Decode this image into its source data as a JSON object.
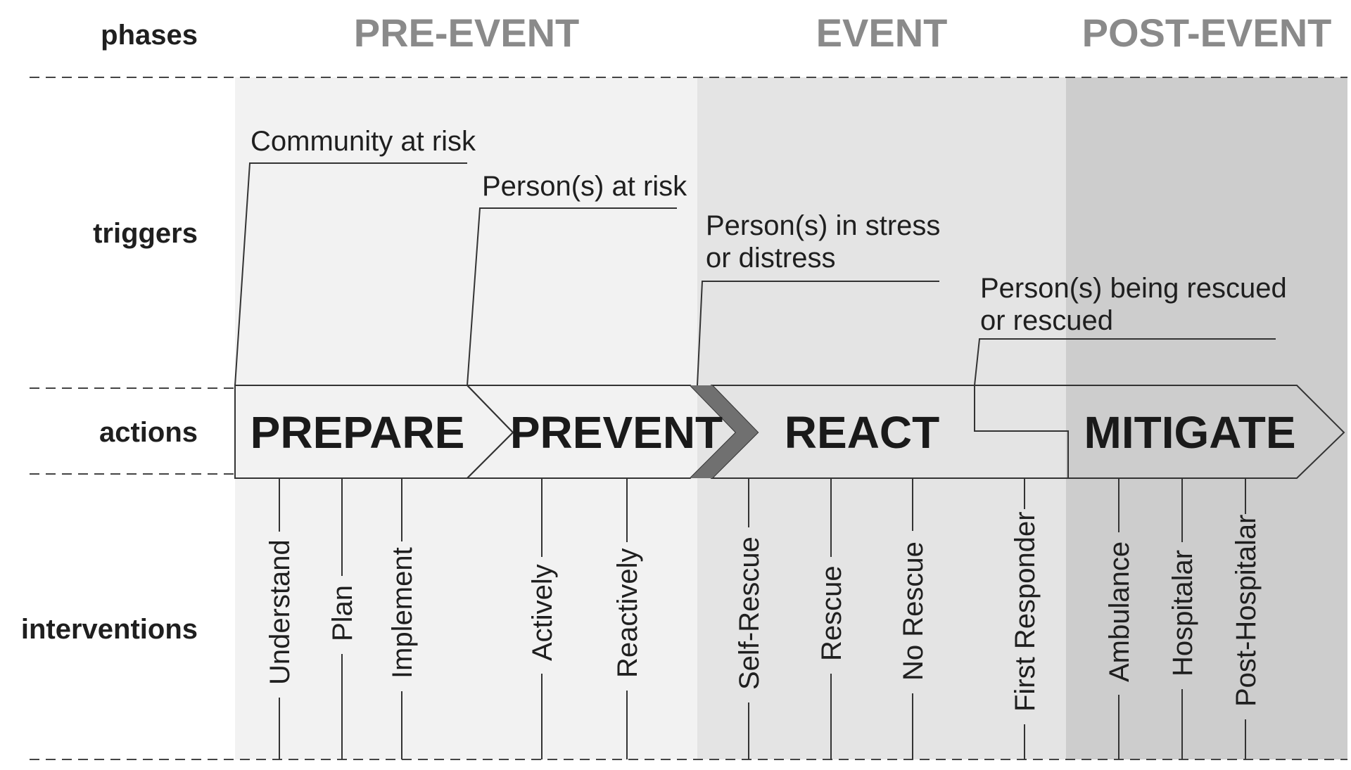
{
  "row_labels": {
    "phases": "phases",
    "triggers": "triggers",
    "actions": "actions",
    "interventions": "interventions"
  },
  "phases": [
    "PRE-EVENT",
    "EVENT",
    "POST-EVENT"
  ],
  "triggers": [
    {
      "lines": [
        "Community at risk"
      ]
    },
    {
      "lines": [
        "Person(s) at risk"
      ]
    },
    {
      "lines": [
        "Person(s) in stress",
        "or distress"
      ]
    },
    {
      "lines": [
        "Person(s) being rescued",
        "or rescued"
      ]
    }
  ],
  "actions": [
    {
      "label": "PREPARE",
      "color": "#9cc8ec"
    },
    {
      "label": "PREVENT",
      "color": "#8cc152"
    },
    {
      "label": "REACT",
      "color": "#f7e80f"
    },
    {
      "label": "MITIGATE",
      "color": "#e83232"
    }
  ],
  "interventions": [
    "Understand",
    "Plan",
    "Implement",
    "Actively",
    "Reactively",
    "Self-Rescue",
    "Rescue",
    "No Rescue",
    "First Responder",
    "Ambulance",
    "Hospitalar",
    "Post-Hospitalar"
  ],
  "colors": {
    "pre_event_bg": "#f2f2f2",
    "event_bg": "#e4e4e4",
    "post_event_bg": "#cdcdcd",
    "react_separator": "#707070",
    "outline": "#555555"
  }
}
